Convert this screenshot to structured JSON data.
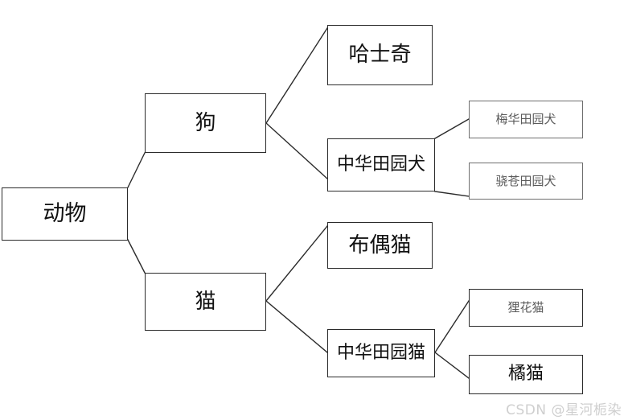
{
  "diagram": {
    "type": "tree",
    "title_text": "",
    "nodes": [
      {
        "id": "animal",
        "label": "动物",
        "level": 0
      },
      {
        "id": "dog",
        "label": "狗",
        "level": 1
      },
      {
        "id": "cat",
        "label": "猫",
        "level": 1
      },
      {
        "id": "husky",
        "label": "哈士奇",
        "level": 2
      },
      {
        "id": "chinese_dog",
        "label": "中华田园犬",
        "level": 2
      },
      {
        "id": "ragdoll",
        "label": "布偶猫",
        "level": 2
      },
      {
        "id": "chinese_cat",
        "label": "中华田园猫",
        "level": 2
      },
      {
        "id": "meihua_dog",
        "label": "梅华田园犬",
        "level": 3
      },
      {
        "id": "xiaocang_dog",
        "label": "骁苍田园犬",
        "level": 3
      },
      {
        "id": "lihua_cat",
        "label": "狸花猫",
        "level": 3
      },
      {
        "id": "orange_cat",
        "label": "橘猫",
        "level": 3
      }
    ],
    "edges": [
      {
        "from": "animal",
        "to": "dog"
      },
      {
        "from": "animal",
        "to": "cat"
      },
      {
        "from": "dog",
        "to": "husky"
      },
      {
        "from": "dog",
        "to": "chinese_dog"
      },
      {
        "from": "cat",
        "to": "ragdoll"
      },
      {
        "from": "cat",
        "to": "chinese_cat"
      },
      {
        "from": "chinese_dog",
        "to": "meihua_dog"
      },
      {
        "from": "chinese_dog",
        "to": "xiaocang_dog"
      },
      {
        "from": "chinese_cat",
        "to": "lihua_cat"
      },
      {
        "from": "chinese_cat",
        "to": "orange_cat"
      }
    ],
    "colors": {
      "background": "#ffffff",
      "box_border": "#2b2b2b",
      "box_border_light": "#6e6e6e",
      "text": "#111111",
      "text_muted": "#5a5a5a",
      "edge": "#2b2b2b",
      "watermark": "#cfcfcf"
    }
  },
  "watermark": {
    "text": "CSDN @星河栀染"
  }
}
